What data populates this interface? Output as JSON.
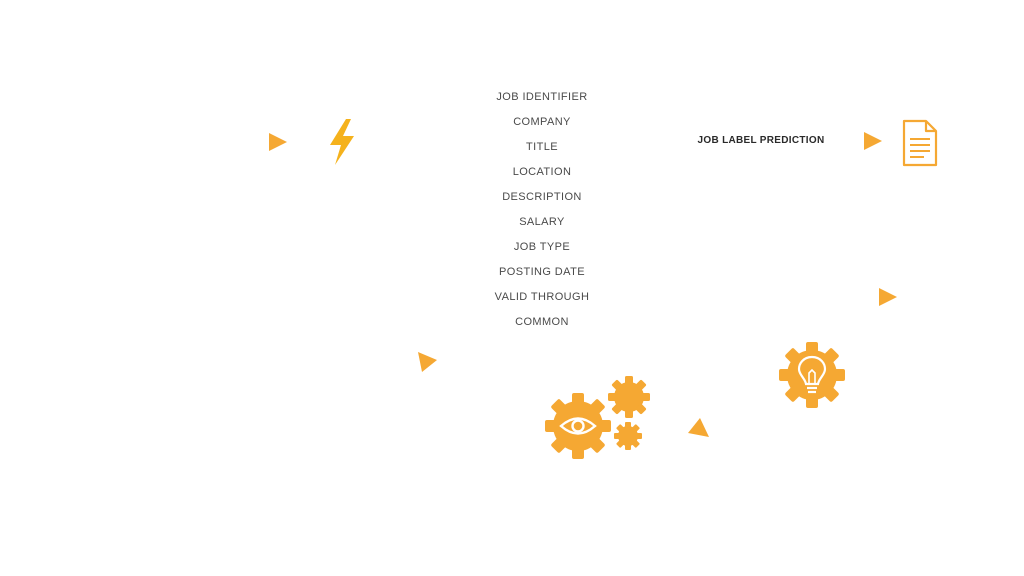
{
  "colors": {
    "accent": "#f5a833",
    "text": "#4a4a4a",
    "label": "#2a2a2a",
    "background": "#ffffff"
  },
  "fields": [
    "JOB IDENTIFIER",
    "COMPANY",
    "TITLE",
    "LOCATION",
    "DESCRIPTION",
    "SALARY",
    "JOB TYPE",
    "POSTING DATE",
    "VALID THROUGH",
    "COMMON"
  ],
  "prediction": {
    "label": "JOB LABEL PREDICTION"
  },
  "icons": [
    "lightning-bolt-icon",
    "document-icon",
    "gear-eye-icon",
    "gear-small-icon",
    "gear-tiny-icon",
    "gear-lightbulb-icon",
    "triangle-arrow-icon"
  ]
}
